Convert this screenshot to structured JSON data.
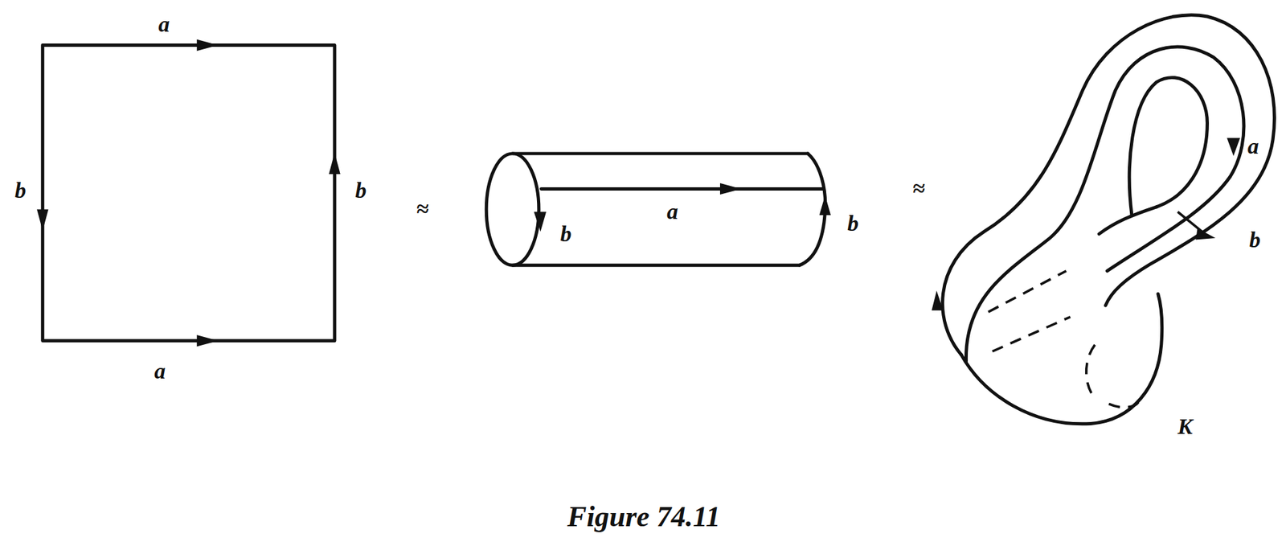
{
  "diagram": {
    "caption": "Figure 74.11",
    "labels": [
      "a",
      "b",
      "b",
      "a",
      "≈",
      "b",
      "a",
      "b",
      "≈",
      "a",
      "b",
      "K"
    ]
  }
}
